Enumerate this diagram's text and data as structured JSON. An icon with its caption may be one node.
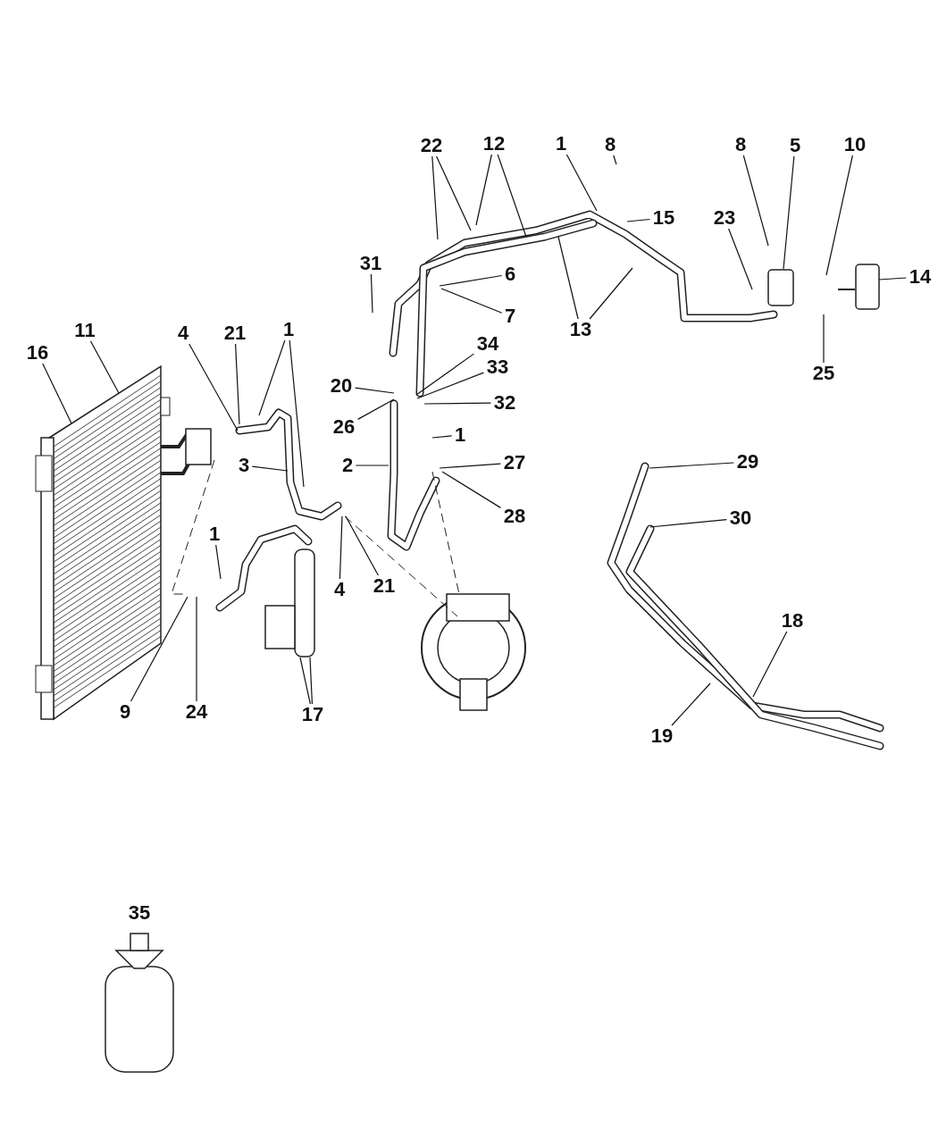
{
  "diagram": {
    "nodes": [
      {
        "text": [
          "22"
        ]
      },
      {
        "text": [
          "12"
        ]
      },
      {
        "text": [
          "1"
        ]
      },
      {
        "text": [
          "8"
        ]
      },
      {
        "text": [
          "8"
        ]
      },
      {
        "text": [
          "5"
        ]
      },
      {
        "text": [
          "10"
        ]
      },
      {
        "text": [
          "15"
        ]
      },
      {
        "text": [
          "23"
        ]
      },
      {
        "text": [
          "31"
        ]
      },
      {
        "text": [
          "6"
        ]
      },
      {
        "text": [
          "14"
        ]
      },
      {
        "text": [
          "7"
        ]
      },
      {
        "text": [
          "13"
        ]
      },
      {
        "text": [
          "11"
        ]
      },
      {
        "text": [
          "4"
        ]
      },
      {
        "text": [
          "21"
        ]
      },
      {
        "text": [
          "1"
        ]
      },
      {
        "text": [
          "34"
        ]
      },
      {
        "text": [
          "16"
        ]
      },
      {
        "text": [
          "33"
        ]
      },
      {
        "text": [
          "25"
        ]
      },
      {
        "text": [
          "20"
        ]
      },
      {
        "text": [
          "32"
        ]
      },
      {
        "text": [
          "26"
        ]
      },
      {
        "text": [
          "1"
        ]
      },
      {
        "text": [
          "29"
        ]
      },
      {
        "text": [
          "3"
        ]
      },
      {
        "text": [
          "2"
        ]
      },
      {
        "text": [
          "27"
        ]
      },
      {
        "text": [
          "28"
        ]
      },
      {
        "text": [
          "30"
        ]
      },
      {
        "text": [
          "1"
        ]
      },
      {
        "text": [
          "21"
        ]
      },
      {
        "text": [
          "4"
        ]
      },
      {
        "text": [
          "18"
        ]
      },
      {
        "text": [
          "9"
        ]
      },
      {
        "text": [
          "24"
        ]
      },
      {
        "text": [
          "17"
        ]
      },
      {
        "text": [
          "19"
        ]
      },
      {
        "text": [],
        "shape": "picture"
      },
      {
        "text": [],
        "shape": "picture"
      },
      {
        "text": [],
        "shape": "box"
      },
      {
        "text": [],
        "shape": "box"
      }
    ],
    "edges": [
      {
        "from": 0,
        "to": null,
        "arrow": "none"
      },
      {
        "from": 0,
        "to": null,
        "arrow": "none"
      },
      {
        "from": 1,
        "to": null,
        "arrow": "none"
      },
      {
        "from": 1,
        "to": null,
        "arrow": "none"
      },
      {
        "from": 2,
        "to": null,
        "arrow": "none"
      },
      {
        "from": 3,
        "to": null,
        "arrow": "none"
      },
      {
        "from": 4,
        "to": null,
        "arrow": "none"
      },
      {
        "from": 5,
        "to": 42,
        "arrow": "none"
      },
      {
        "from": 6,
        "to": null,
        "arrow": "none"
      },
      {
        "from": 7,
        "to": null,
        "arrow": "none"
      },
      {
        "from": 8,
        "to": null,
        "arrow": "none"
      },
      {
        "from": 9,
        "to": null,
        "arrow": "none"
      },
      {
        "from": 10,
        "to": null,
        "arrow": "none"
      },
      {
        "from": 11,
        "to": 43,
        "arrow": "none"
      },
      {
        "from": 12,
        "to": null,
        "arrow": "none"
      },
      {
        "from": 13,
        "to": null,
        "arrow": "none"
      },
      {
        "from": 13,
        "to": null,
        "arrow": "none"
      },
      {
        "from": 14,
        "to": 40,
        "arrow": "none"
      },
      {
        "from": 15,
        "to": null,
        "arrow": "none"
      },
      {
        "from": 16,
        "to": null,
        "arrow": "none"
      },
      {
        "from": 17,
        "to": null,
        "arrow": "none"
      },
      {
        "from": 17,
        "to": null,
        "arrow": "none"
      },
      {
        "from": 18,
        "to": null,
        "arrow": "none"
      },
      {
        "from": 19,
        "to": 40,
        "arrow": "none"
      },
      {
        "from": 20,
        "to": null,
        "arrow": "none"
      },
      {
        "from": 21,
        "to": null,
        "arrow": "none"
      },
      {
        "from": 22,
        "to": null,
        "arrow": "none"
      },
      {
        "from": 23,
        "to": null,
        "arrow": "none"
      },
      {
        "from": 24,
        "to": null,
        "arrow": "none"
      },
      {
        "from": 25,
        "to": null,
        "arrow": "none"
      },
      {
        "from": 26,
        "to": null,
        "arrow": "none"
      },
      {
        "from": 27,
        "to": null,
        "arrow": "none"
      },
      {
        "from": 28,
        "to": null,
        "arrow": "none"
      },
      {
        "from": 29,
        "to": null,
        "arrow": "none"
      },
      {
        "from": 30,
        "to": null,
        "arrow": "none"
      },
      {
        "from": 31,
        "to": null,
        "arrow": "none"
      },
      {
        "from": 32,
        "to": null,
        "arrow": "none"
      },
      {
        "from": 33,
        "to": null,
        "arrow": "none"
      },
      {
        "from": 34,
        "to": null,
        "arrow": "none"
      },
      {
        "from": 35,
        "to": null,
        "arrow": "none"
      },
      {
        "from": 36,
        "to": null,
        "arrow": "none"
      },
      {
        "from": 37,
        "to": null,
        "arrow": "none"
      },
      {
        "from": 38,
        "to": 41,
        "arrow": "none"
      },
      {
        "from": 38,
        "to": 41,
        "arrow": "none"
      },
      {
        "from": 39,
        "to": null,
        "arrow": "none"
      }
    ],
    "labels": [
      "35"
    ]
  }
}
